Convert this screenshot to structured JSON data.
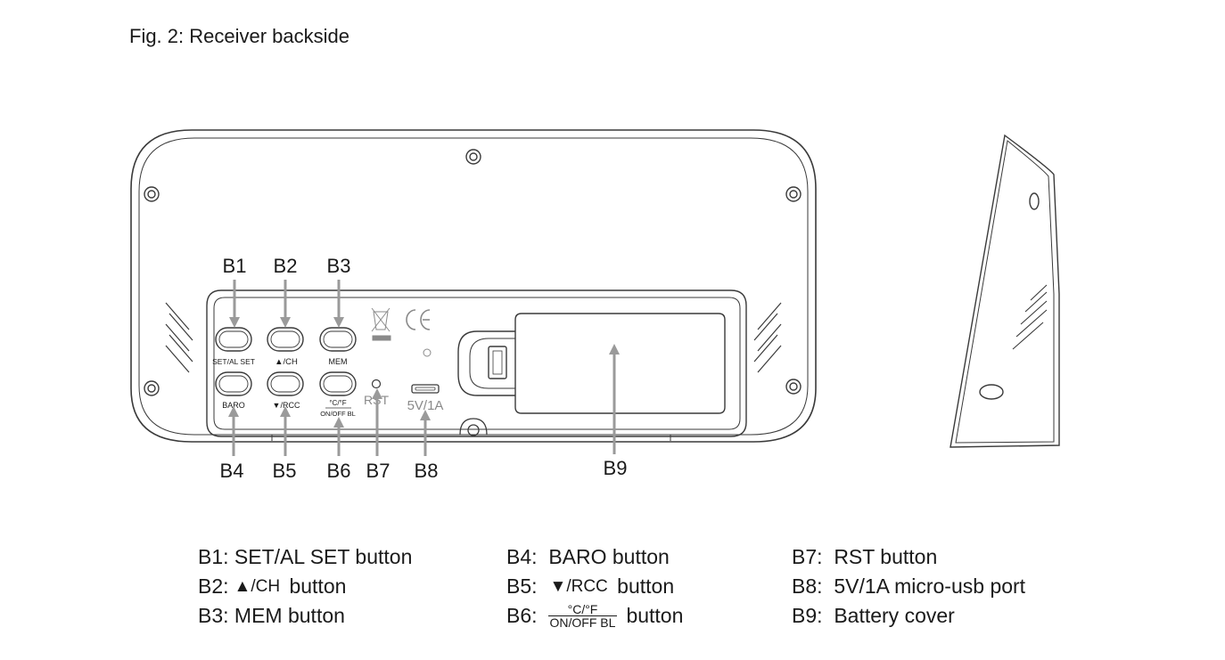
{
  "figure": {
    "title": "Fig. 2: Receiver backside"
  },
  "callouts": {
    "b1": "B1",
    "b2": "B2",
    "b3": "B3",
    "b4": "B4",
    "b5": "B5",
    "b6": "B6",
    "b7": "B7",
    "b8": "B8",
    "b9": "B9"
  },
  "device_labels": {
    "set_al_set": "SET/AL SET",
    "up_ch": "▲/CH",
    "mem": "MEM",
    "baro": "BARO",
    "down_rcc": "▼/RCC",
    "unit_top": "°C/°F",
    "unit_bottom": "ON/OFF BL",
    "rst": "RST",
    "port": "5V/1A"
  },
  "legend": {
    "col1": [
      {
        "code": "B1:",
        "text": "SET/AL SET button"
      },
      {
        "code": "B2:",
        "symbol": "▲/CH",
        "text": "button"
      },
      {
        "code": "B3:",
        "text": "MEM button"
      }
    ],
    "col2": [
      {
        "code": "B4:",
        "text": "BARO button"
      },
      {
        "code": "B5:",
        "symbol": "▼/RCC",
        "text": "button"
      },
      {
        "code": "B6:",
        "frac_top": "°C/°F",
        "frac_bottom": "ON/OFF BL",
        "text": "button"
      }
    ],
    "col3": [
      {
        "code": "B7:",
        "text": "RST button"
      },
      {
        "code": "B8:",
        "text": "5V/1A micro-usb port"
      },
      {
        "code": "B9:",
        "text": "Battery cover"
      }
    ]
  },
  "colors": {
    "line": "#3a3a3a",
    "arrow": "#9a9a9a",
    "text": "#1a1a1a"
  }
}
